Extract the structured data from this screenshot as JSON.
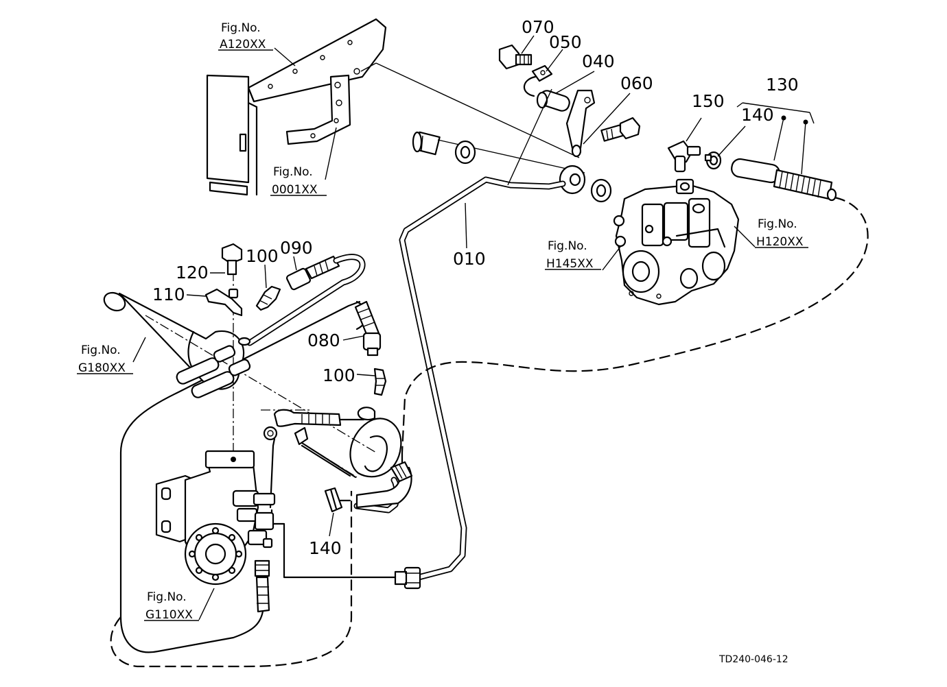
{
  "part_numbers": {
    "p070": "070",
    "p050": "050",
    "p040": "040",
    "p060": "060",
    "p150": "150",
    "p140_top": "140",
    "p130": "130",
    "p010": "010",
    "p120": "120",
    "p100_top": "100",
    "p090": "090",
    "p110": "110",
    "p080": "080",
    "p100_bottom": "100",
    "p140_bottom": "140"
  },
  "figure_refs": {
    "a120": {
      "label": "Fig.No.",
      "code": "A120XX"
    },
    "f0001": {
      "label": "Fig.No.",
      "code": "0001XX"
    },
    "h120": {
      "label": "Fig.No.",
      "code": "H120XX"
    },
    "h145": {
      "label": "Fig.No.",
      "code": "H145XX"
    },
    "g180": {
      "label": "Fig.No.",
      "code": "G180XX"
    },
    "g110": {
      "label": "Fig.No.",
      "code": "G110XX"
    }
  },
  "drawing_code": "TD240-046-12",
  "colors": {
    "ink": "#000000",
    "paper": "#ffffff"
  }
}
